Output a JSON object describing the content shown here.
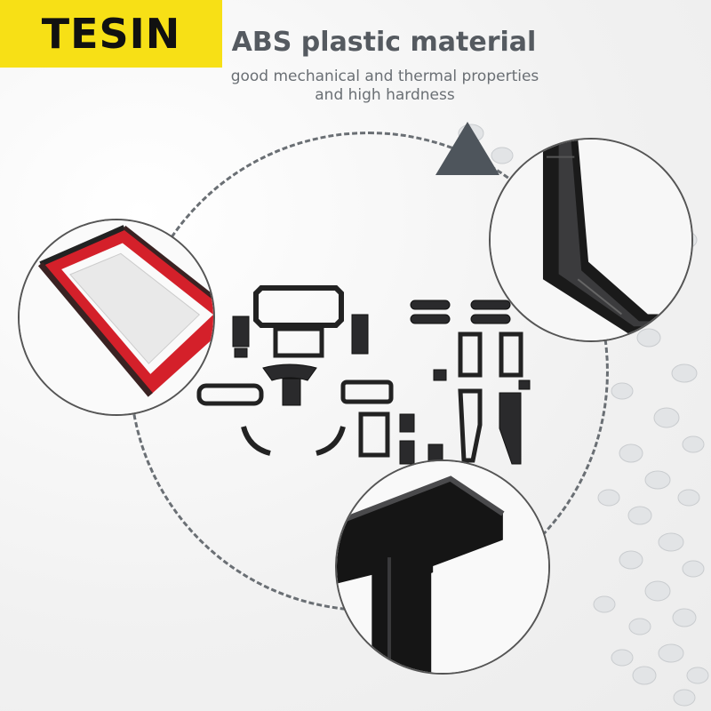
{
  "brand": {
    "name": "TESIN",
    "color": "#f7e016"
  },
  "headline": "ABS plastic material",
  "subtitle": {
    "line1": "good mechanical and thermal properties",
    "line2": "and high hardness"
  },
  "colors": {
    "accent_red": "#d4202a",
    "carbon": "#1a1a1a",
    "pointer": "#4e555c"
  }
}
